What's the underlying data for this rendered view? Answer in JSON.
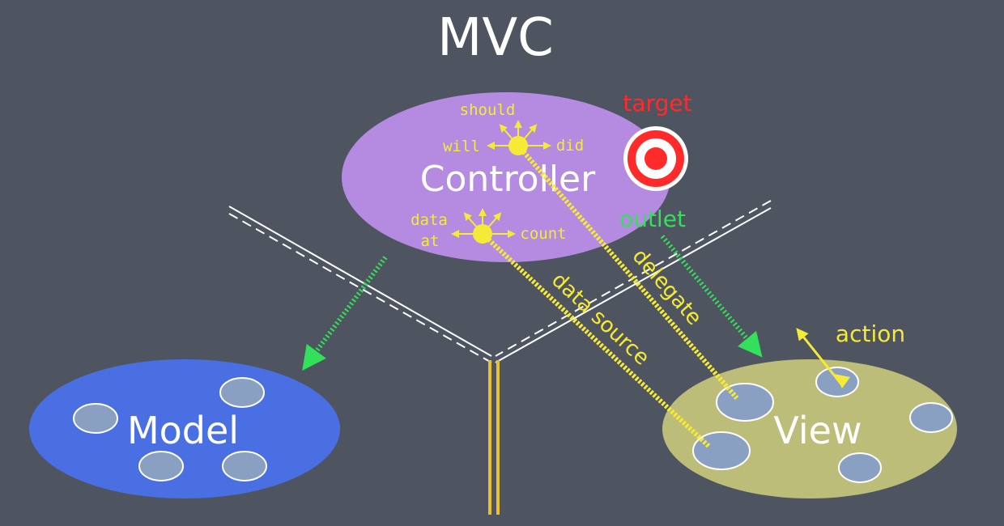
{
  "slide": {
    "title": "MVC"
  },
  "controller": {
    "label": "Controller",
    "delegate_words": {
      "should": "should",
      "will": "will",
      "did": "did"
    },
    "datasource_words": {
      "data": "data",
      "at": "at",
      "count": "count"
    },
    "target_label": "target",
    "outlet_label": "outlet"
  },
  "model": {
    "label": "Model"
  },
  "view": {
    "label": "View",
    "action_label": "action"
  },
  "connections": {
    "delegate": "delegate",
    "data_source": "data source"
  },
  "colors": {
    "background": "#4f5560",
    "controller": "#b48be0",
    "model": "#4a6fe3",
    "view": "#bcbd78",
    "yellow": "#f5ea35",
    "green": "#33e05a",
    "red": "#ff2a2a",
    "subview": "#8aa0c2"
  }
}
